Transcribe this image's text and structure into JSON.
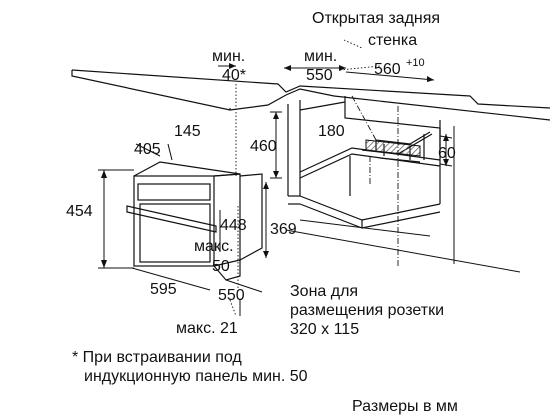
{
  "annotations": {
    "rear_wall_line1": "Открытая задняя",
    "rear_wall_line2": "стенка",
    "min_top_line1": "мин.",
    "min_top_line2": "40*",
    "min_550_line1": "мин.",
    "min_550_line2": "550",
    "depth_560": "560",
    "depth_560_tol": "+10",
    "d180": "180",
    "d460": "460",
    "d60": "60",
    "d405": "405",
    "d145": "145",
    "d454": "454",
    "d448": "448",
    "d369": "369",
    "max_line1": "макс.",
    "max_line2": "50",
    "d595": "595",
    "d550": "550",
    "max21": "макс. 21",
    "socket_line1": "Зона для",
    "socket_line2": "размещения розетки",
    "socket_line3": "320 x 115",
    "footnote_line1": "* При встраивании под",
    "footnote_line2": "индукционную панель мин. 50",
    "units": "Размеры в мм"
  }
}
